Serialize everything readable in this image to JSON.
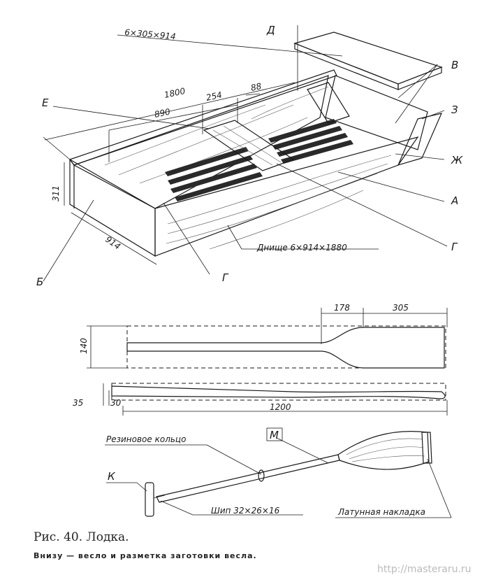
{
  "boat": {
    "labels": {
      "d": "Д",
      "v": "В",
      "z": "З",
      "e": "Е",
      "zh": "Ж",
      "a": "А",
      "g1": "Г",
      "g2": "Г",
      "b": "Б"
    },
    "dims": {
      "lid": "6×305×914",
      "length": "1800",
      "d890": "890",
      "d254": "254",
      "d88": "88",
      "height": "311",
      "width": "914",
      "bottom": "Днище 6×914×1880"
    }
  },
  "oar_plan": {
    "dims": {
      "d178": "178",
      "d305": "305",
      "d140": "140",
      "d35": "35",
      "d30": "30",
      "d1200": "1200"
    }
  },
  "oar_view": {
    "labels": {
      "ring": "Резиновое кольцо",
      "m": "М",
      "k": "К",
      "spike": "Шип  32×26×16",
      "plate": "Латунная накладка"
    }
  },
  "caption": {
    "title": "Рис. 40. Лодка.",
    "subtitle": "Внизу — весло и разметка заготовки весла."
  },
  "site": "http://masteraru.ru"
}
